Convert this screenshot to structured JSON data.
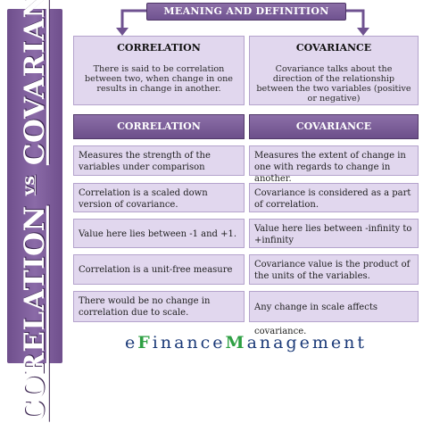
{
  "side_title": {
    "part1": "CORELATION",
    "vs": "vs",
    "part2": "COVARIANCE"
  },
  "top_banner": "MEANING AND DEFINITION",
  "definitions": [
    {
      "title": "CORRELATION",
      "text": "There is said to be correlation between two, when change in one results in change in another."
    },
    {
      "title": "COVARIANCE",
      "text": "Covariance talks about the direction of the relationship between the two variables (positive or negative)"
    }
  ],
  "column_headers": [
    "CORRELATION",
    "COVARIANCE"
  ],
  "rows": [
    {
      "correlation": "Measures the strength of the variables under comparison",
      "covariance": "Measures the extent of change in one with regards to change in another."
    },
    {
      "correlation": "Correlation is a scaled down version of covariance.",
      "covariance": "Covariance is considered as a part of correlation."
    },
    {
      "correlation": "Value here lies between -1 and +1.",
      "covariance": "Value here lies between -infinity to +infinity"
    },
    {
      "correlation": "Correlation is a unit-free measure",
      "covariance": "Covariance value is the product of the units of the variables."
    },
    {
      "correlation": "There would be no change in correlation due to scale.",
      "covariance": "Any change in scale affects covariance."
    }
  ],
  "logo": {
    "e": "e",
    "F": "F",
    "inance": "inance",
    "M": "M",
    "anagement": "anagement"
  },
  "colors": {
    "accent": "#7a5c99",
    "cell_bg": "#e1d7ee",
    "logo_blue": "#1b3a78",
    "logo_green": "#2ea043"
  }
}
